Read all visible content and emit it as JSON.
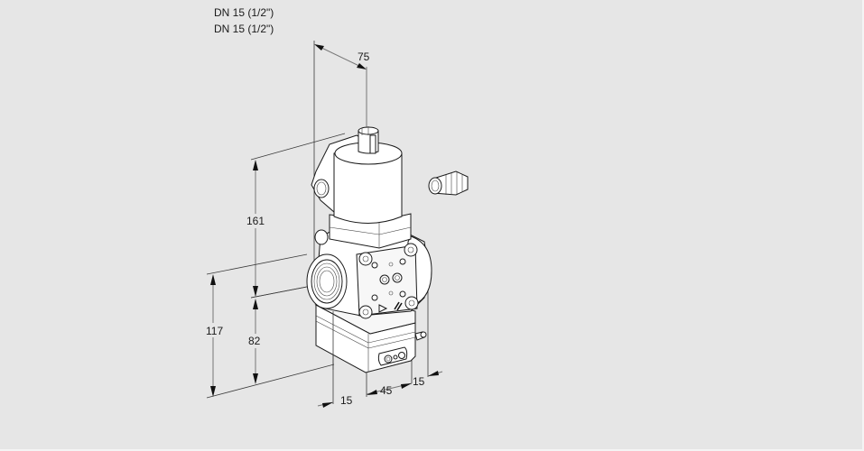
{
  "header": {
    "line1": "DN 15 (1/2\")",
    "line2": "DN 15 (1/2\")"
  },
  "drawing": {
    "subject": "gas solenoid valve with pressure switch and cable gland",
    "background_color": "#e6e6e6",
    "dimensions": {
      "top_width": "75",
      "height_valve": "161",
      "height_total": "117",
      "height_lower": "82",
      "bottom_left": "15",
      "bottom_middle": "45",
      "bottom_right": "15"
    },
    "accessory": "cable-gland"
  }
}
